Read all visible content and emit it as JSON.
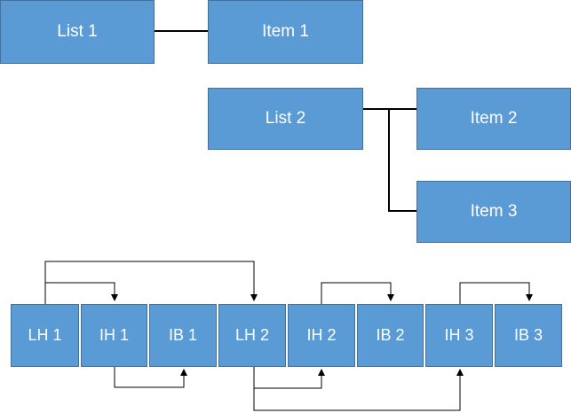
{
  "tree": {
    "list1": "List 1",
    "item1": "Item 1",
    "list2": "List 2",
    "item2": "Item 2",
    "item3": "Item 3"
  },
  "row": {
    "cells": [
      "LH 1",
      "IH 1",
      "IB 1",
      "LH 2",
      "IH 2",
      "IB 2",
      "IH 3",
      "IB 3"
    ]
  },
  "colors": {
    "box_fill": "#5b9bd5",
    "box_border": "#41719c",
    "connector": "#000000"
  }
}
